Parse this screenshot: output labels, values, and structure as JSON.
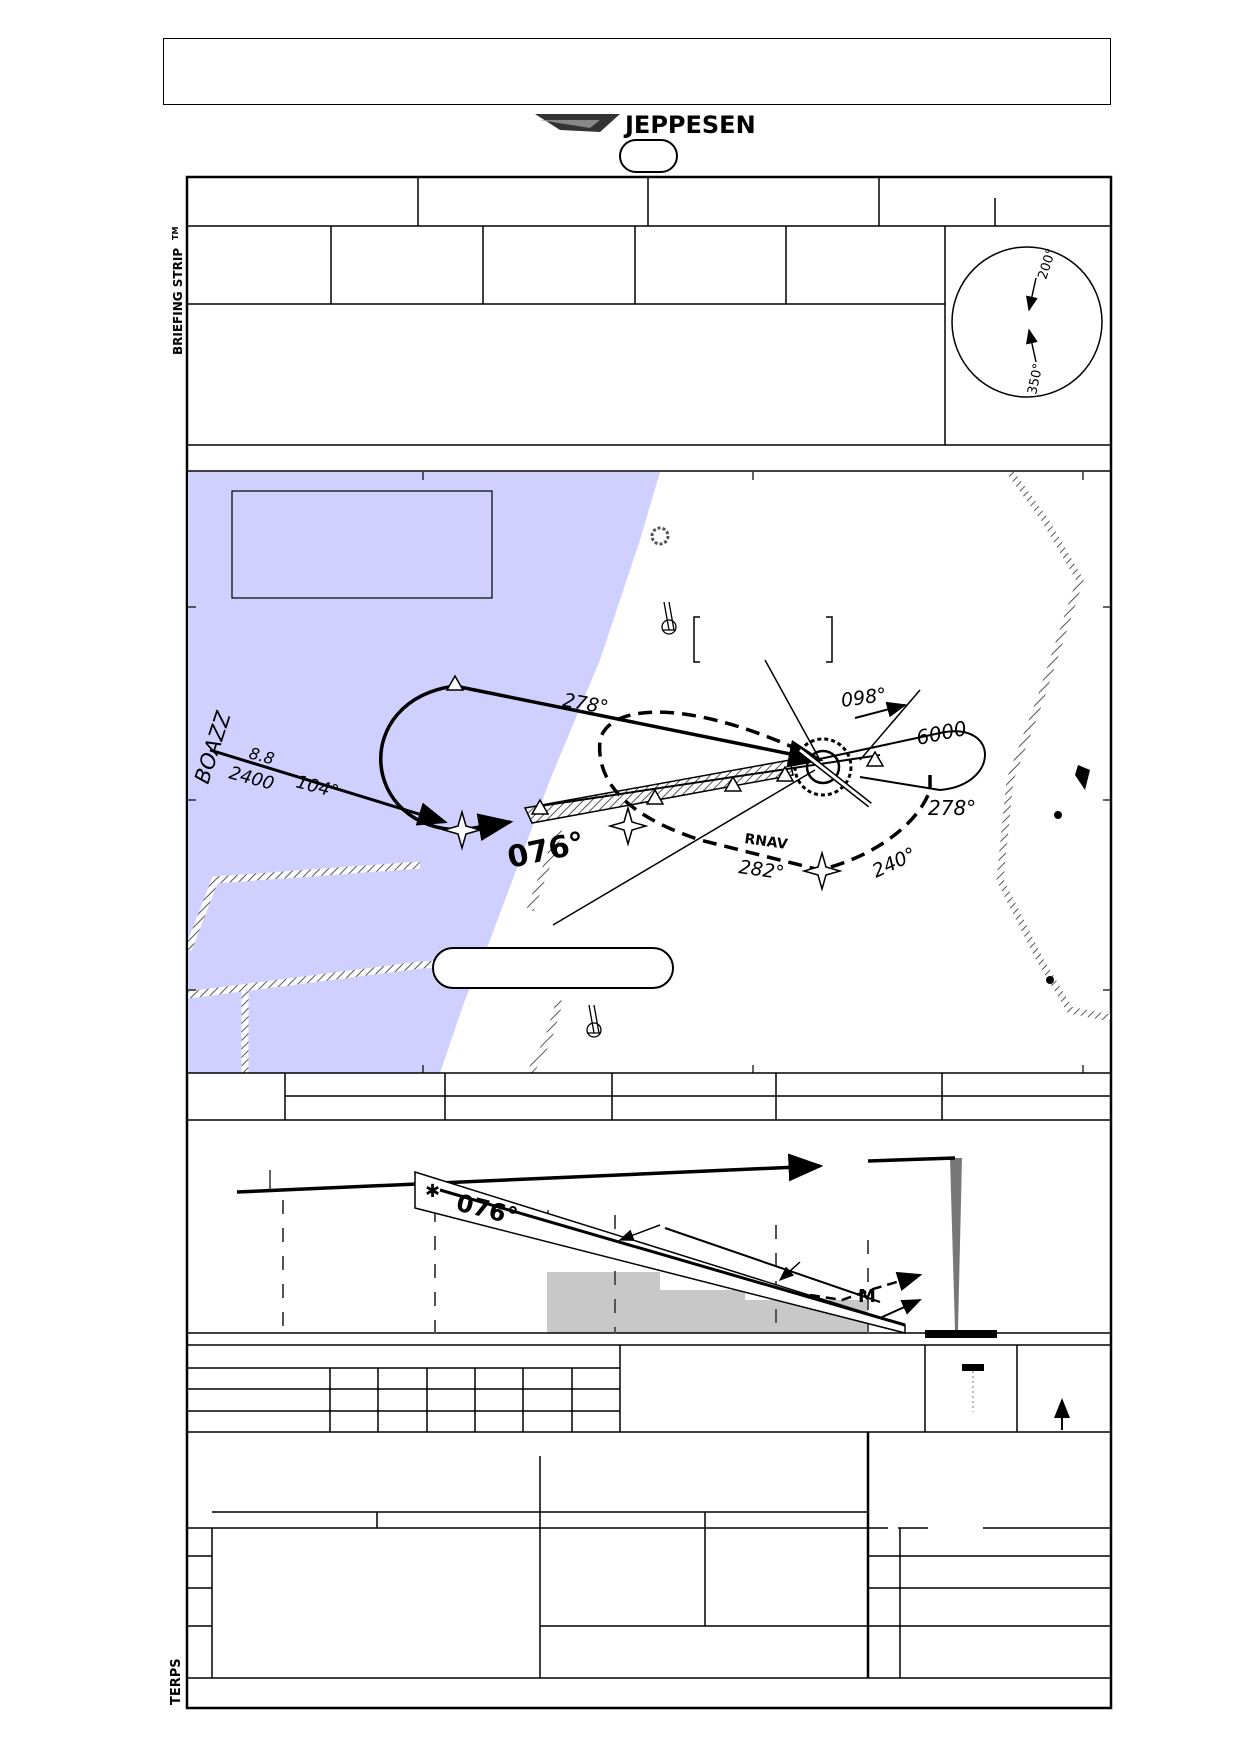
{
  "brand": {
    "name": "JEPPESEN"
  },
  "side_labels": {
    "briefing": "BRIEFING STRIP",
    "tm": "TM",
    "terps": "TERPS"
  },
  "holding_circle": {
    "top": "200°",
    "bottom": "350°"
  },
  "plan_view": {
    "fix_name": "BOAZZ",
    "feeder_distance": "8.8",
    "feeder_altitude": "2400",
    "feeder_course": "104°",
    "outbound_course": "278°",
    "final_course": "076°",
    "hold_inbound": "098°",
    "hold_altitude": "6000",
    "hold_outbound": "278°",
    "missed_leg_1": "240°",
    "missed_leg_2": "282°",
    "rnav_label": "RNAV"
  },
  "profile_view": {
    "final_course": "076°",
    "map_label": "M"
  },
  "colors": {
    "water": "#d0d0ff",
    "terrain_band": "#999999",
    "obstacle": "#c8c8c8"
  }
}
